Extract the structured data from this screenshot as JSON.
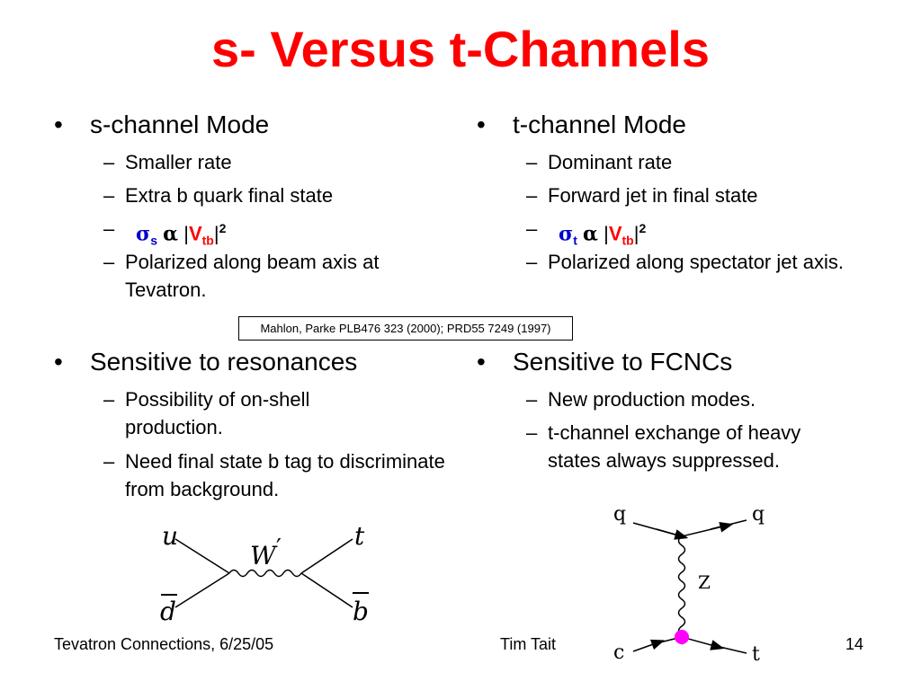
{
  "slide": {
    "title": "s- Versus t-Channels",
    "left_top": {
      "bullet": "s-channel Mode",
      "items": [
        "Smaller rate",
        "Extra b quark final state",
        "Polarized along beam axis at Tevatron."
      ],
      "formula": {
        "sigma": "σ",
        "sub": "s",
        "prop": "α",
        "bar1": "|",
        "V": "V",
        "vsub": "tb",
        "bar2": "|",
        "exp": "2"
      }
    },
    "right_top": {
      "bullet": "t-channel Mode",
      "items": [
        "Dominant rate",
        "Forward jet in final state",
        "Polarized along spectator jet axis."
      ],
      "formula": {
        "sigma": "σ",
        "sub": "t",
        "prop": "α",
        "bar1": "|",
        "V": "V",
        "vsub": "tb",
        "bar2": "|",
        "exp": "2"
      }
    },
    "citation": "Mahlon, Parke PLB476 323 (2000); PRD55 7249 (1997)",
    "left_bottom": {
      "bullet": "Sensitive to resonances",
      "items": [
        "Possibility of on-shell production.",
        "Need final state b tag to discriminate from background."
      ]
    },
    "right_bottom": {
      "bullet": "Sensitive to FCNCs",
      "items": [
        "New production modes.",
        "t-channel exchange of heavy states always suppressed."
      ]
    },
    "bullet_char": "•",
    "dash_char": "–",
    "s_diagram": {
      "u": "u",
      "d": "d",
      "W": "W",
      "prime": "′",
      "t": "t",
      "b": "b"
    },
    "t_diagram": {
      "q_in": "q",
      "q_out": "q",
      "Z": "Z",
      "c": "c",
      "t": "t",
      "vertex_color": "#ff00ff"
    },
    "footer": {
      "left": "Tevatron Connections, 6/25/05",
      "center": "Tim Tait",
      "page": "14"
    },
    "colors": {
      "title": "#ff0000",
      "sigma": "#0000cc",
      "V": "#ff0000"
    }
  }
}
